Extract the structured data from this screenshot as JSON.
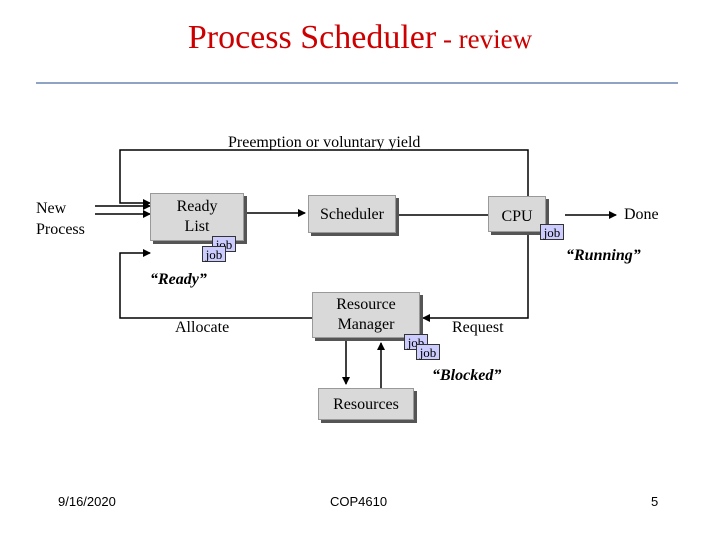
{
  "title": {
    "main": "Process Scheduler",
    "sub": " - review"
  },
  "diagram": {
    "preemption_label": "Preemption or voluntary yield",
    "new_process": {
      "line1": "New",
      "line2": "Process"
    },
    "ready_list": {
      "line1": "Ready",
      "line2": "List"
    },
    "job": "job",
    "ready_state": "“Ready”",
    "scheduler": "Scheduler",
    "cpu": "CPU",
    "done": "Done",
    "running_state": "“Running”",
    "allocate": "Allocate",
    "resource_manager": {
      "line1": "Resource",
      "line2": "Manager"
    },
    "request": "Request",
    "blocked_state": "“Blocked”",
    "resources": "Resources"
  },
  "footer": {
    "date": "9/16/2020",
    "course": "COP4610",
    "page": "5"
  },
  "colors": {
    "title": "#cc0000",
    "box": "#d9d9d9",
    "job": "#ccccff",
    "rule": "#8fa4c4"
  }
}
